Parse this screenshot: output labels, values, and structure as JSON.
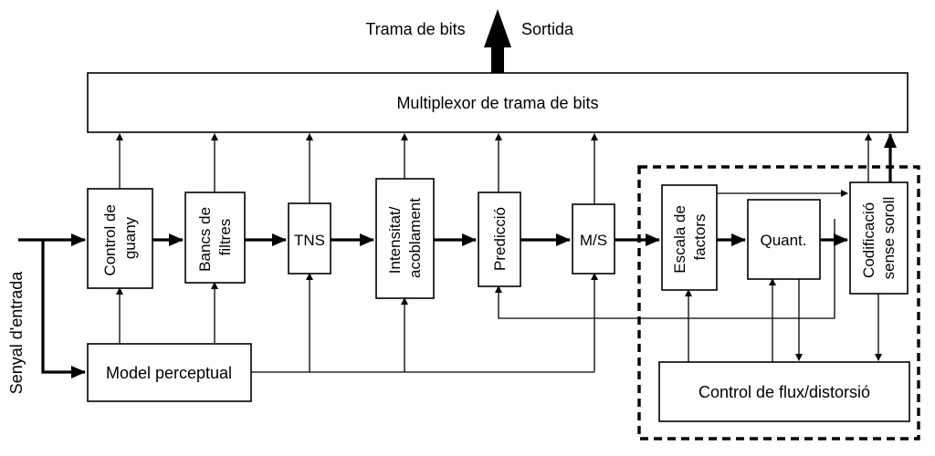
{
  "top": {
    "left_label": "Trama de bits",
    "right_label": "Sortida"
  },
  "input_label": "Senyal d'entrada",
  "blocks": {
    "multiplexor": "Multiplexor de trama de bits",
    "gain_control": [
      "Control de",
      "guany"
    ],
    "filter_banks": [
      "Bancs de",
      "filtres"
    ],
    "tns": "TNS",
    "intensity": [
      "Intensitat/",
      "acoblament"
    ],
    "prediction": "Predicció",
    "ms": "M/S",
    "scale_factors": [
      "Escala de",
      "factors"
    ],
    "quant": "Quant.",
    "noiseless_coding": [
      "Codificació",
      "sense soroll"
    ],
    "perceptual_model": "Model perceptual",
    "rate_control": "Control de flux/distorsió"
  }
}
